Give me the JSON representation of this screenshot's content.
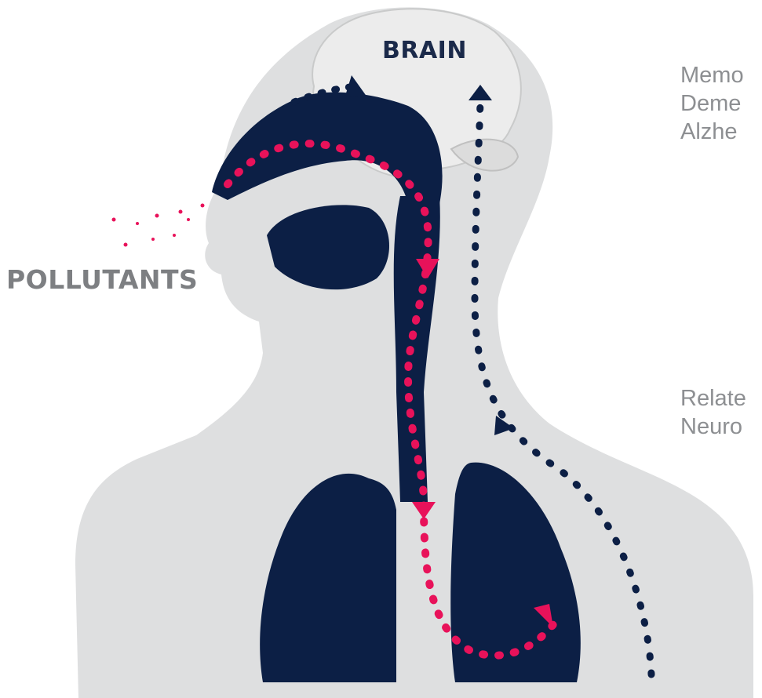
{
  "labels": {
    "brain": "BRAIN",
    "pollutants": "POLLUTANTS"
  },
  "side_text_top": [
    "Memo",
    "Deme",
    "Alzhe"
  ],
  "side_text_bottom": [
    "Relate",
    "Neuro"
  ],
  "colors": {
    "body_silhouette": "#dedfe0",
    "brain": "#eceded",
    "anatomy": "#0c1f45",
    "pollutant_path": "#e8125a",
    "nerve_path": "#0c1f45",
    "label_grey": "#7d7f82"
  }
}
